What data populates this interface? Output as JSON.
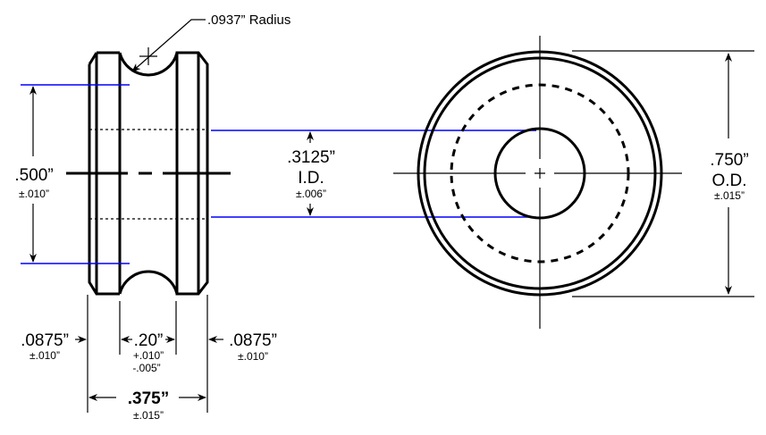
{
  "radius_label": ".0937” Radius",
  "height_dim": {
    "value": ".500”",
    "tol": "±.010”"
  },
  "id_dim": {
    "value": ".3125”",
    "label": "I.D.",
    "tol": "±.006”"
  },
  "od_dim": {
    "value": ".750”",
    "label": "O.D.",
    "tol": "±.015”"
  },
  "left_flange_dim": {
    "value": ".0875”",
    "tol": "±.010”"
  },
  "groove_dim": {
    "value": ".20”",
    "tol_plus": "+.010”",
    "tol_minus": "-.005”"
  },
  "right_flange_dim": {
    "value": ".0875”",
    "tol": "±.010”"
  },
  "width_dim": {
    "value": ".375”",
    "tol": "±.015”"
  },
  "colors": {
    "lines": "#000000",
    "projection": "#0000ff"
  }
}
